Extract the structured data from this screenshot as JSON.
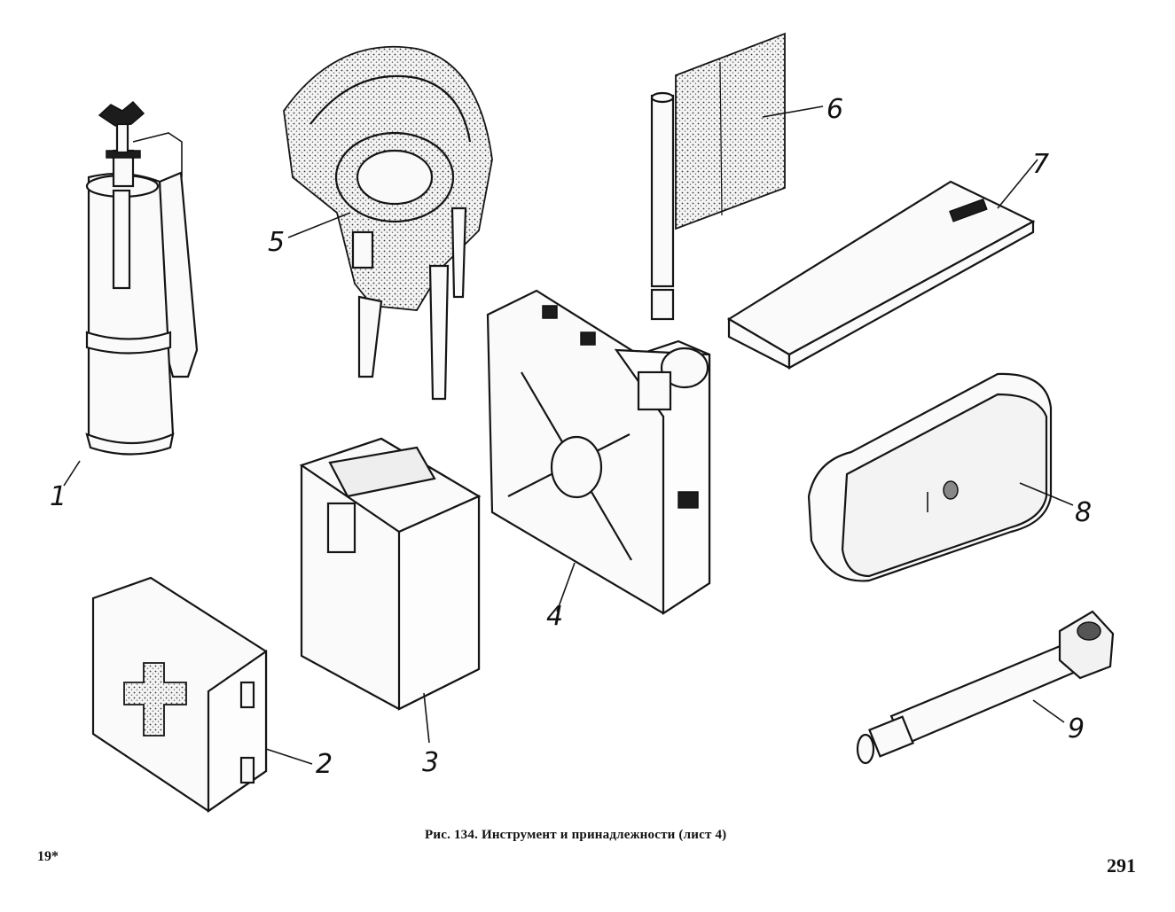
{
  "caption": {
    "label": "Рис. 134.",
    "text": "Инструмент и принадлежности (лист 4)"
  },
  "signature_mark": "19*",
  "page_number": "291",
  "callouts": [
    "1",
    "2",
    "3",
    "4",
    "5",
    "6",
    "7",
    "8",
    "9"
  ]
}
